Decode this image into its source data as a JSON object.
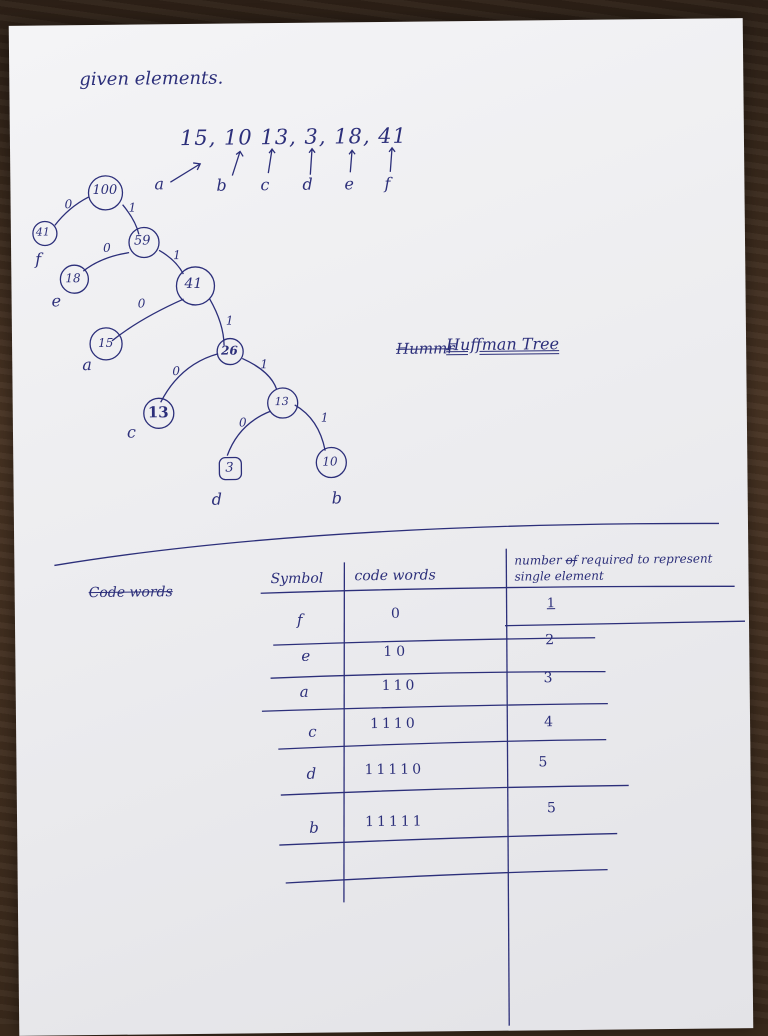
{
  "title": "given elements.",
  "elements_line": "15, 10 13, 3, 18, 41",
  "element_letters": [
    "a",
    "b",
    "c",
    "d",
    "e",
    "f"
  ],
  "tree_label_struck": "Hummr",
  "tree_label": "Huffman Tree",
  "tree": {
    "nodes": [
      "100",
      "41",
      "59",
      "18",
      "41",
      "15",
      "26",
      "13",
      "13",
      "3",
      "10"
    ],
    "leaf_letters": {
      "41": "f",
      "18": "e",
      "15": "a",
      "13": "c",
      "3": "d",
      "10": "b"
    },
    "edge_bits": [
      "0",
      "1",
      "0",
      "1",
      "0",
      "1",
      "0",
      "1",
      "0",
      "1"
    ]
  },
  "code_words_struck": "Code words",
  "table": {
    "headers": [
      "Symbol",
      "code words",
      "number of required to represent single element"
    ],
    "header_struck_word": "of",
    "rows": [
      {
        "symbol": "f",
        "code": "0",
        "bits": "1"
      },
      {
        "symbol": "e",
        "code": "10",
        "bits": "2"
      },
      {
        "symbol": "a",
        "code": "110",
        "bits": "3"
      },
      {
        "symbol": "c",
        "code": "1110",
        "bits": "4"
      },
      {
        "symbol": "d",
        "code": "11110",
        "bits": "5"
      },
      {
        "symbol": "b",
        "code": "11111",
        "bits": "5"
      }
    ]
  }
}
